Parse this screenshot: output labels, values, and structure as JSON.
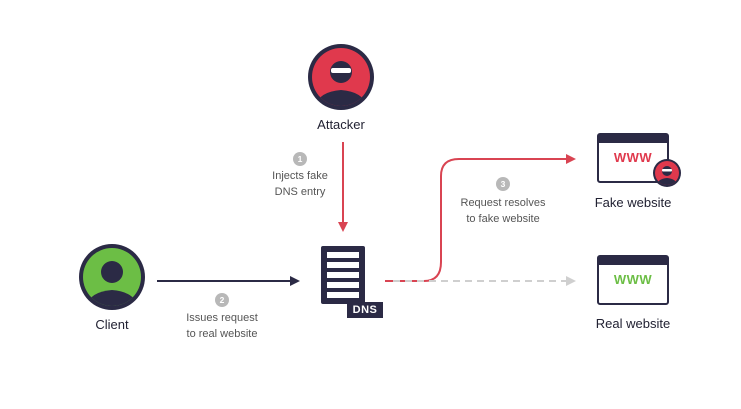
{
  "colors": {
    "attacker_red": "#e0394d",
    "client_green": "#6cbe45",
    "navy": "#2b2a45",
    "arrow_dark": "#2b2a45",
    "arrow_red": "#d94452",
    "arrow_dashed": "#cfcfcf",
    "step_badge": "#b8b8b8"
  },
  "nodes": {
    "attacker": {
      "label": "Attacker",
      "icon": "hacker-avatar-icon"
    },
    "client": {
      "label": "Client",
      "icon": "user-avatar-icon"
    },
    "dns": {
      "label": "DNS",
      "icon": "server-icon"
    },
    "fake_website": {
      "label": "Fake website",
      "screen_text": "WWW",
      "icon": "browser-window-icon"
    },
    "real_website": {
      "label": "Real website",
      "screen_text": "WWW",
      "icon": "browser-window-icon"
    }
  },
  "steps": [
    {
      "number": "1",
      "line1": "Injects fake",
      "line2": "DNS entry"
    },
    {
      "number": "2",
      "line1": "Issues request",
      "line2": "to real website"
    },
    {
      "number": "3",
      "line1": "Request resolves",
      "line2": "to fake website"
    }
  ]
}
